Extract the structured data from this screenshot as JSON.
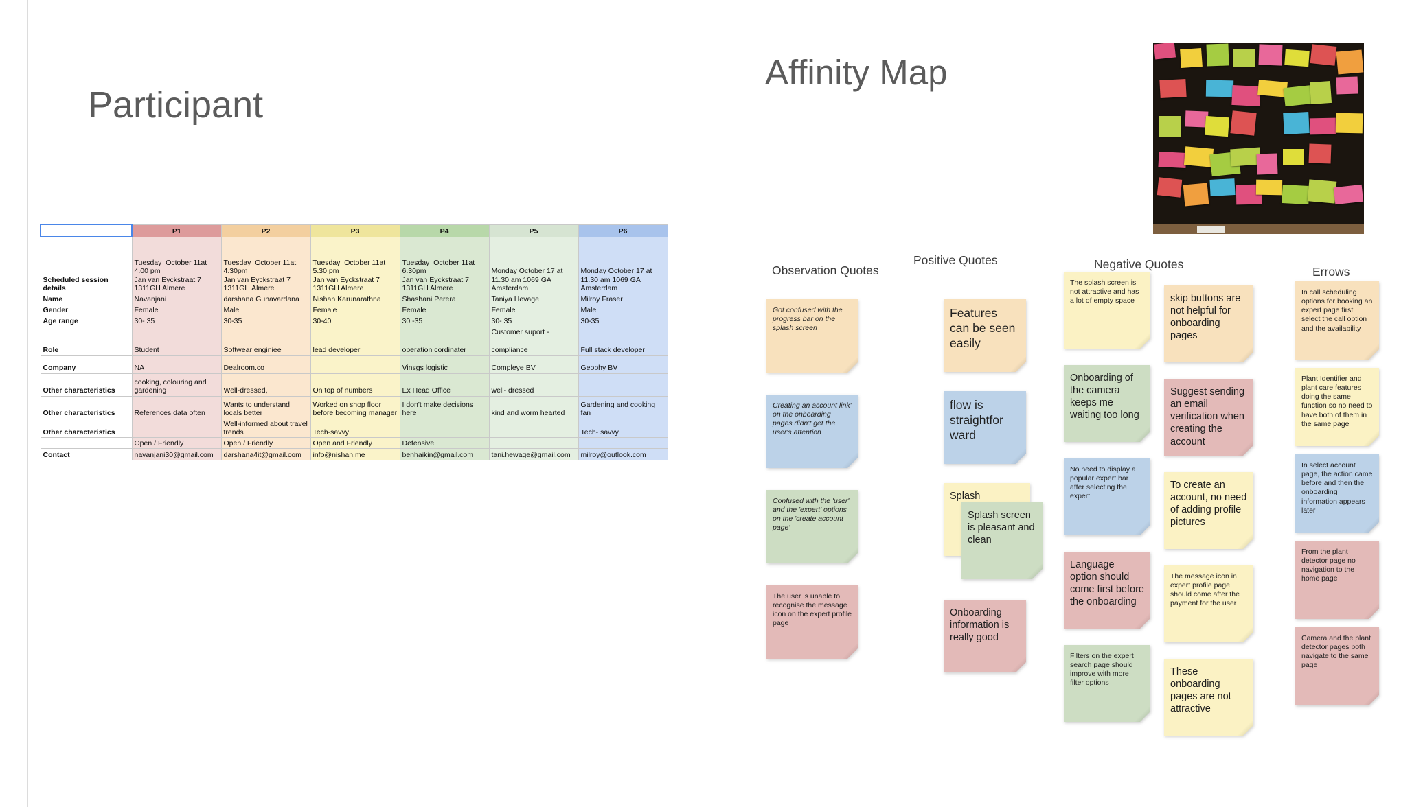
{
  "titles": {
    "participant": "Participant",
    "affinity": "Affinity Map"
  },
  "table": {
    "columns": [
      "P1",
      "P2",
      "P3",
      "P4",
      "P5",
      "P6"
    ],
    "links": [
      "Dealroom.co"
    ],
    "rows": [
      {
        "label": "Scheduled session details",
        "cells": [
          "Tuesday  October 11at 4.00 pm\nJan van Eyckstraat 7\n1311GH Almere",
          "Tuesday  October 11at 4.30pm\nJan van Eyckstraat 7\n1311GH Almere",
          "Tuesday  October 11at 5.30 pm\nJan van Eyckstraat 7\n1311GH Almere",
          "Tuesday  October 11at 6.30pm\nJan van Eyckstraat 7\n1311GH Almere",
          "Monday October 17 at 11.30 am 1069 GA\nAmsterdam",
          "Monday October 17 at 11.30 am 1069 GA\nAmsterdam"
        ]
      },
      {
        "label": "Name",
        "cells": [
          "Navanjani",
          "darshana Gunavardana",
          "Nishan Karunarathna",
          "Shashani Perera",
          "Taniya Hevage",
          "Milroy Fraser"
        ]
      },
      {
        "label": "Gender",
        "cells": [
          "Female",
          "Male",
          "Female",
          "Female",
          "Female",
          "Male"
        ]
      },
      {
        "label": "Age range",
        "cells": [
          "30- 35",
          "30-35",
          "30-40",
          "30 -35",
          "30- 35",
          "30-35"
        ]
      },
      {
        "label": "",
        "cells": [
          "",
          "",
          "",
          "",
          "Customer suport -",
          ""
        ]
      },
      {
        "label": "Role",
        "cells": [
          "Student",
          "Softwear enginiee",
          "lead developer",
          "operation cordinater",
          "compliance",
          "Full stack developer"
        ]
      },
      {
        "label": "Company",
        "cells": [
          "NA",
          "Dealroom.co",
          "",
          "Vinsgs logistic",
          "Compleye BV",
          "Geophy BV"
        ]
      },
      {
        "label": "Other characteristics",
        "cells": [
          "cooking, colouring and gardening",
          "Well-dressed,",
          "On top of numbers",
          "Ex Head Office",
          "well- dressed",
          ""
        ]
      },
      {
        "label": "Other characteristics",
        "cells": [
          "References data often",
          "Wants to understand locals better",
          "Worked on shop floor before becoming manager",
          "I don't make decisions here",
          "kind and worm hearted",
          "Gardening and cooking fan"
        ]
      },
      {
        "label": "Other characteristics",
        "cells": [
          "",
          "Well-informed about travel trends",
          "Tech-savvy",
          "",
          "",
          "Tech- savvy"
        ]
      },
      {
        "label": "",
        "cells": [
          "Open / Friendly",
          "Open / Friendly",
          "Open and Friendly",
          "Defensive",
          "",
          ""
        ]
      },
      {
        "label": "Contact",
        "cells": [
          "navanjani30@gmail.com",
          "darshana4it@gmail.com",
          "info@nishan.me",
          "benhaikin@gmail.com",
          "tani.hewage@gmail.com",
          "milroy@outlook.com"
        ]
      }
    ]
  },
  "affinity": {
    "groups": [
      {
        "id": "observation",
        "title": "Observation Quotes",
        "columns": [
          [
            {
              "text": "Got confused with the progress bar on the splash screen",
              "color": "tan",
              "size": "sm",
              "italic": true
            },
            {
              "text": "Creating an account link' on the onboarding pages didn't get the user's attention",
              "color": "blue",
              "size": "sm",
              "italic": true
            },
            {
              "text": "Confused with the 'user' and the 'expert' options on the 'create account page'",
              "color": "green",
              "size": "sm",
              "italic": true
            },
            {
              "text": "The user is unable to recognise the message icon on the expert profile page",
              "color": "pink",
              "size": "sm"
            }
          ]
        ]
      },
      {
        "id": "positive",
        "title": "Positive Quotes",
        "columns": [
          [
            {
              "text": "Features can be seen easily",
              "color": "tan",
              "size": "lg"
            },
            {
              "text": "flow is straightfor ward",
              "color": "blue",
              "size": "lg"
            },
            {
              "text": "Splash screen is pleasant and clean",
              "color": "green",
              "size": "md",
              "stack_back": {
                "text": "Splash",
                "color": "yellow",
                "size": "md"
              }
            },
            {
              "text": "Onboarding information is really good",
              "color": "pink",
              "size": "md"
            }
          ]
        ]
      },
      {
        "id": "negative",
        "title": "Negative Quotes",
        "columns": [
          [
            {
              "text": "The splash screen is not attractive and has a lot of empty space",
              "color": "yellow",
              "size": "sm"
            },
            {
              "text": "Onboarding of the camera keeps me waiting too long",
              "color": "green",
              "size": "md"
            },
            {
              "text": "No need to display a popular expert bar after selecting the expert",
              "color": "blue",
              "size": "sm"
            },
            {
              "text": "Language option should come first before the onboarding",
              "color": "pink",
              "size": "md"
            },
            {
              "text": "Filters on the expert search page should improve with more filter options",
              "color": "green",
              "size": "sm"
            }
          ],
          [
            {
              "text": "skip buttons are not helpful for onboarding pages",
              "color": "tan",
              "size": "md"
            },
            {
              "text": "Suggest sending an email verification when creating the account",
              "color": "pink",
              "size": "md"
            },
            {
              "text": "To create an account, no need of adding profile pictures",
              "color": "yellow",
              "size": "md"
            },
            {
              "text": "The message icon in expert profile page should come after the payment for the user",
              "color": "yellow",
              "size": "sm"
            },
            {
              "text": "These onboarding pages are not attractive",
              "color": "yellow",
              "size": "md"
            }
          ]
        ]
      },
      {
        "id": "errows",
        "title": "Errows",
        "columns": [
          [
            {
              "text": "In  call scheduling options for booking an expert page first select the call option and the availability",
              "color": "tan",
              "size": "sm"
            },
            {
              "text": "Plant Identifier and plant care features doing the same function so no need to have both of them in the same page",
              "color": "yellow",
              "size": "sm"
            },
            {
              "text": "In select account page, the action came before and then the onboarding information appears later",
              "color": "blue",
              "size": "sm"
            },
            {
              "text": "From the plant detector page no navigation to the home page",
              "color": "pink",
              "size": "sm"
            },
            {
              "text": "Camera and the plant detector pages both navigate to the same page",
              "color": "pink",
              "size": "sm"
            }
          ]
        ]
      }
    ]
  },
  "colors": {
    "note_tan": "#f8e1bd",
    "note_blue": "#bcd2e8",
    "note_green": "#cdddc3",
    "note_pink": "#e3bab8",
    "note_yellow": "#fbf2c4",
    "selection_blue": "#4a86e8",
    "header_p1": "#dd9b9b",
    "header_p2": "#f3cf9f",
    "header_p3": "#efe59c",
    "header_p4": "#b8d8a9",
    "header_p5": "#d6e4d2",
    "header_p6": "#a8c3ec"
  }
}
